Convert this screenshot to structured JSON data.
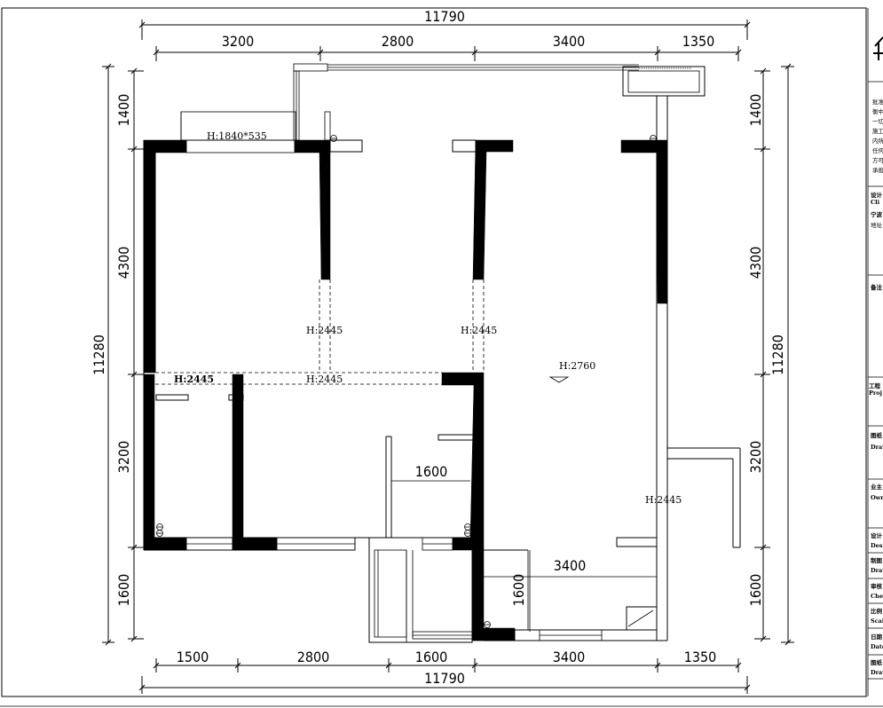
{
  "dimensions": {
    "top_total": "11790",
    "top_segments": [
      "3200",
      "2800",
      "3400",
      "1350"
    ],
    "bottom_segments": [
      "1500",
      "2800",
      "1600",
      "3400",
      "1350"
    ],
    "bottom_total": "11790",
    "left_total": "11280",
    "left_segments": [
      "1400",
      "4300",
      "3200",
      "1600"
    ],
    "right_total": "11280",
    "right_segments": [
      "1400",
      "4300",
      "3200",
      "1600"
    ],
    "inner": [
      "1600",
      "3400",
      "1600"
    ]
  },
  "notes": {
    "window": "H:1840*535",
    "h2445_a": "H:2445",
    "h2445_b": "H:2445",
    "h2445_c": "H:2445",
    "h2445_d": "H:2445",
    "h2445_e": "H:2445",
    "h2760": "H:2760"
  },
  "title_block": {
    "lines_cn": [
      "批准",
      "衡中",
      "一切",
      "施工",
      "内所",
      "任何",
      "方可",
      "承担"
    ],
    "client": [
      "设计",
      "Cli",
      "宁波",
      "地址"
    ],
    "remark": "备注",
    "project": [
      "工程",
      "Proj"
    ],
    "drawing": [
      "图纸",
      "Draw"
    ],
    "owner": [
      "业主",
      "Own"
    ],
    "designer": [
      "设计",
      "Desi"
    ],
    "drawn": [
      "制图",
      "Draw"
    ],
    "checked": [
      "审核",
      "Chec"
    ],
    "scale": [
      "比例",
      "Scal"
    ],
    "date": [
      "日期",
      "Date"
    ],
    "drawing_no": [
      "图纸",
      "Draw"
    ]
  }
}
